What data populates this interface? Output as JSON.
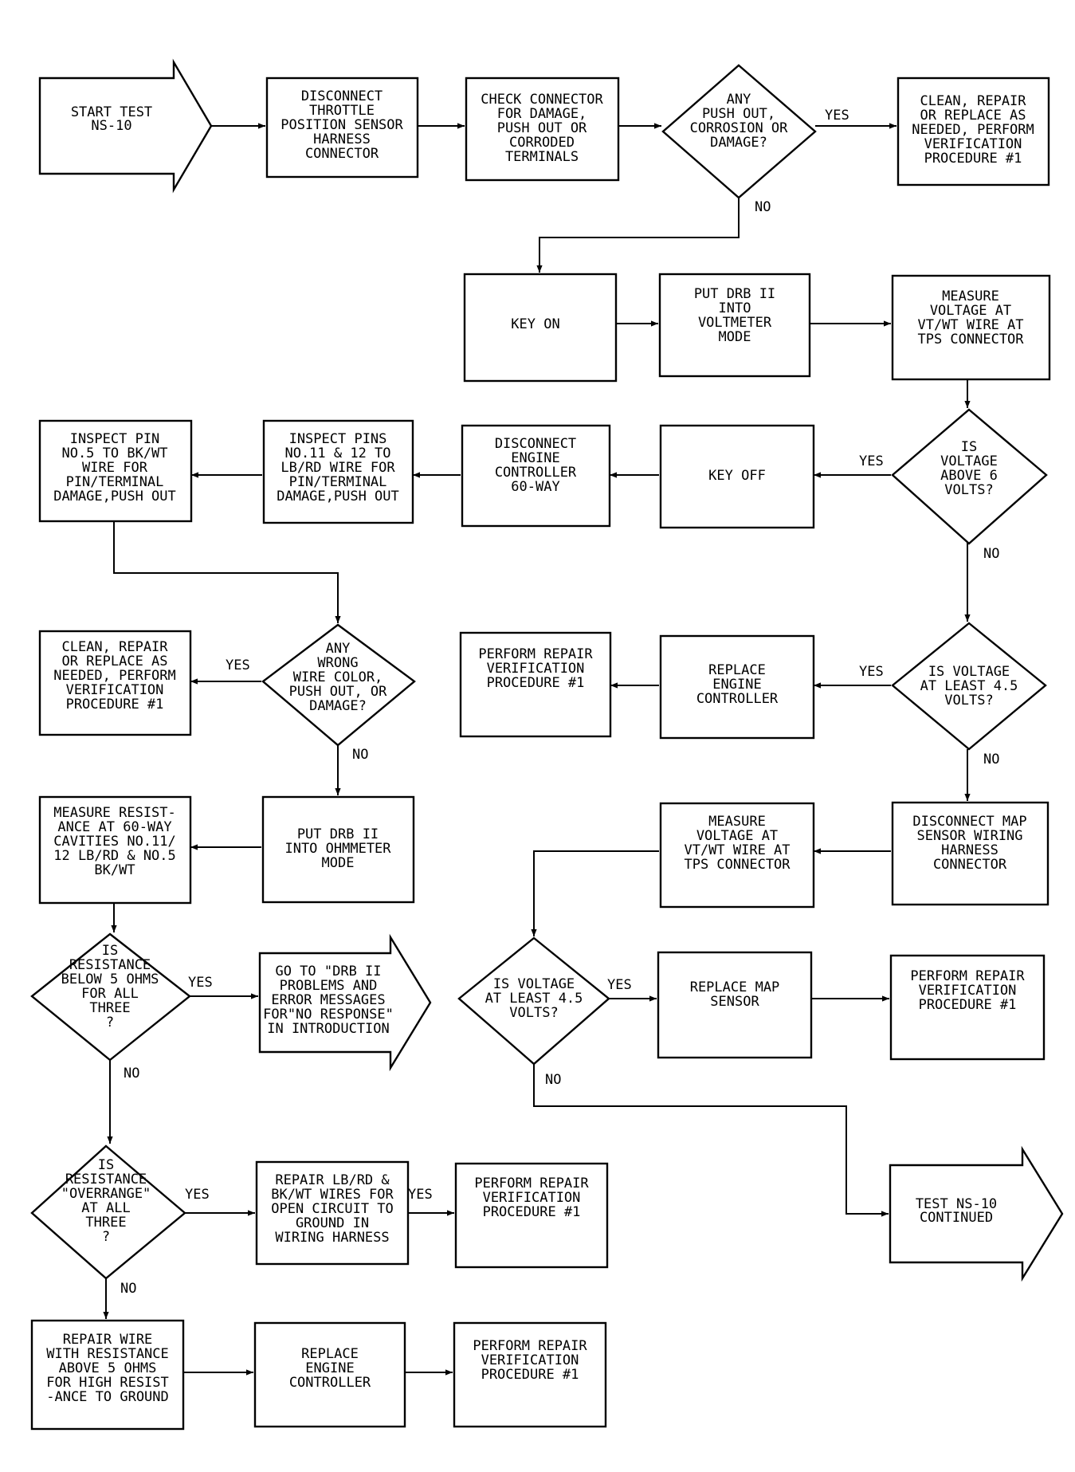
{
  "nodes": {
    "start": [
      "START TEST",
      "NS-10"
    ],
    "disconnect_tps": [
      "DISCONNECT",
      "THROTTLE",
      "POSITION SENSOR",
      "HARNESS",
      "CONNECTOR"
    ],
    "check_connector": [
      "CHECK CONNECTOR",
      "FOR DAMAGE,",
      "PUSH OUT OR",
      "CORRODED",
      "TERMINALS"
    ],
    "q_push_out": [
      "ANY",
      "PUSH OUT,",
      "CORROSION OR",
      "DAMAGE?"
    ],
    "clean_repair_1": [
      "CLEAN, REPAIR",
      "OR REPLACE AS",
      "NEEDED, PERFORM",
      "VERIFICATION",
      "PROCEDURE #1"
    ],
    "key_on": [
      "KEY ON"
    ],
    "voltmeter_mode": [
      "PUT DRB II",
      "INTO",
      "VOLTMETER",
      "MODE"
    ],
    "measure_voltage_1": [
      "MEASURE",
      "VOLTAGE AT",
      "VT/WT WIRE AT",
      "TPS CONNECTOR"
    ],
    "q_above_6": [
      "IS",
      "VOLTAGE",
      "ABOVE 6",
      "VOLTS?"
    ],
    "key_off": [
      "KEY OFF"
    ],
    "disconnect_controller": [
      "DISCONNECT",
      "ENGINE",
      "CONTROLLER",
      "60-WAY"
    ],
    "inspect_pins_11_12": [
      "INSPECT PINS",
      "NO.11 & 12 TO",
      "LB/RD WIRE FOR",
      "PIN/TERMINAL",
      "DAMAGE,PUSH OUT"
    ],
    "inspect_pin_5": [
      "INSPECT PIN",
      "NO.5 TO BK/WT",
      "WIRE FOR",
      "PIN/TERMINAL",
      "DAMAGE,PUSH OUT"
    ],
    "q_wrong_wire": [
      "ANY",
      "WRONG",
      "WIRE COLOR,",
      "PUSH OUT, OR",
      "DAMAGE?"
    ],
    "clean_repair_2": [
      "CLEAN, REPAIR",
      "OR REPLACE AS",
      "NEEDED, PERFORM",
      "VERIFICATION",
      "PROCEDURE #1"
    ],
    "perform_verification_1": [
      "PERFORM REPAIR",
      "VERIFICATION",
      "PROCEDURE #1"
    ],
    "replace_controller_1": [
      "REPLACE",
      "ENGINE",
      "CONTROLLER"
    ],
    "q_at_least_45_a": [
      "IS VOLTAGE",
      "AT LEAST 4.5",
      "VOLTS?"
    ],
    "measure_resistance": [
      "MEASURE RESIST-",
      "ANCE AT 60-WAY",
      "CAVITIES NO.11/",
      "12 LB/RD & NO.5",
      "BK/WT"
    ],
    "ohmmeter_mode": [
      "PUT DRB II",
      "INTO OHMMETER",
      "MODE"
    ],
    "disconnect_map": [
      "DISCONNECT MAP",
      "SENSOR WIRING",
      "HARNESS",
      "CONNECTOR"
    ],
    "measure_voltage_2": [
      "MEASURE",
      "VOLTAGE AT",
      "VT/WT WIRE AT",
      "TPS CONNECTOR"
    ],
    "q_below_5": [
      "IS",
      "RESISTANCE",
      "BELOW 5 OHMS",
      "FOR ALL",
      "THREE",
      "?"
    ],
    "goto_drb": [
      "GO TO \"DRB II",
      "PROBLEMS AND",
      "ERROR MESSAGES",
      "FOR\"NO RESPONSE\"",
      "IN INTRODUCTION"
    ],
    "q_at_least_45_b": [
      "IS VOLTAGE",
      "AT LEAST 4.5",
      "VOLTS?"
    ],
    "replace_map": [
      "REPLACE MAP",
      "SENSOR"
    ],
    "perform_verification_2": [
      "PERFORM REPAIR",
      "VERIFICATION",
      "PROCEDURE #1"
    ],
    "q_overrange": [
      "IS",
      "RESISTANCE",
      "\"OVERRANGE\"",
      "AT ALL",
      "THREE",
      "?"
    ],
    "repair_open": [
      "REPAIR LB/RD &",
      "BK/WT WIRES FOR",
      "OPEN CIRCUIT TO",
      "GROUND IN",
      "WIRING HARNESS"
    ],
    "perform_verification_3": [
      "PERFORM REPAIR",
      "VERIFICATION",
      "PROCEDURE #1"
    ],
    "test_continued": [
      "TEST NS-10",
      "CONTINUED"
    ],
    "repair_high": [
      "REPAIR WIRE",
      "WITH RESISTANCE",
      "ABOVE 5 OHMS",
      "FOR HIGH RESIST",
      "-ANCE TO GROUND"
    ],
    "replace_controller_2": [
      "REPLACE",
      "ENGINE",
      "CONTROLLER"
    ],
    "perform_verification_4": [
      "PERFORM REPAIR",
      "VERIFICATION",
      "PROCEDURE #1"
    ]
  },
  "edge_labels": {
    "yes_push_out": "YES",
    "no_push_out": "NO",
    "yes_above_6": "YES",
    "no_above_6": "NO",
    "yes_wrong_wire": "YES",
    "no_wrong_wire": "NO",
    "yes_45_a": "YES",
    "no_45_a": "NO",
    "yes_below_5": "YES",
    "no_below_5": "NO",
    "yes_45_b": "YES",
    "no_45_b": "NO",
    "yes_overrange": "YES",
    "no_overrange": "NO",
    "yes_repair_open": "YES"
  }
}
